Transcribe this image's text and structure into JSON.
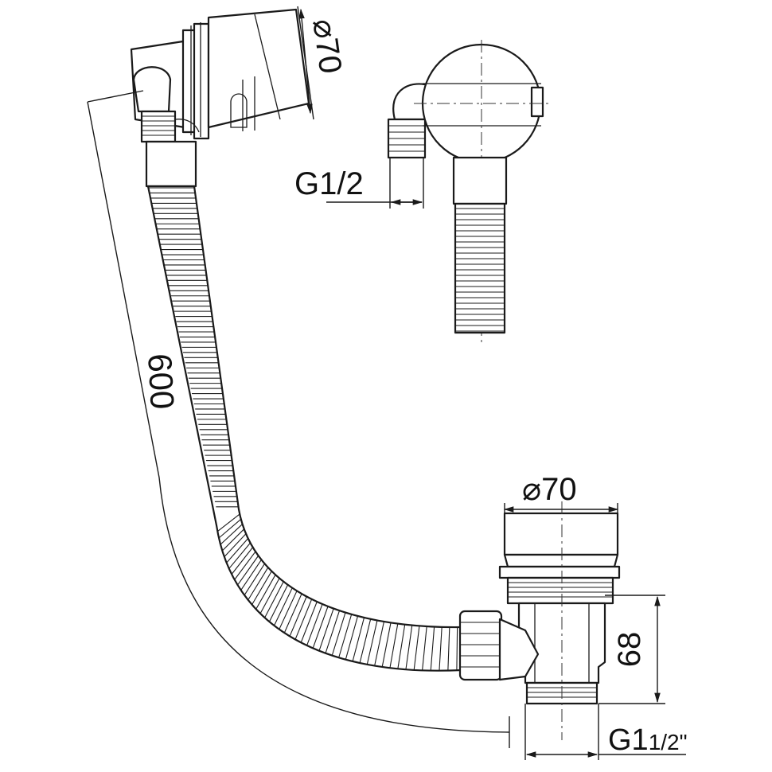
{
  "drawing": {
    "dimensions": {
      "overflow_diameter": "70",
      "overflow_thread": "G1/2",
      "hose_length": "600",
      "drain_diameter": "70",
      "drain_height": "68",
      "drain_thread_main": "G1",
      "drain_thread_fraction": "1/2\""
    },
    "symbols": {
      "diameter": "⌀"
    },
    "colors": {
      "line": "#1a1a1a",
      "background": "#ffffff"
    }
  }
}
